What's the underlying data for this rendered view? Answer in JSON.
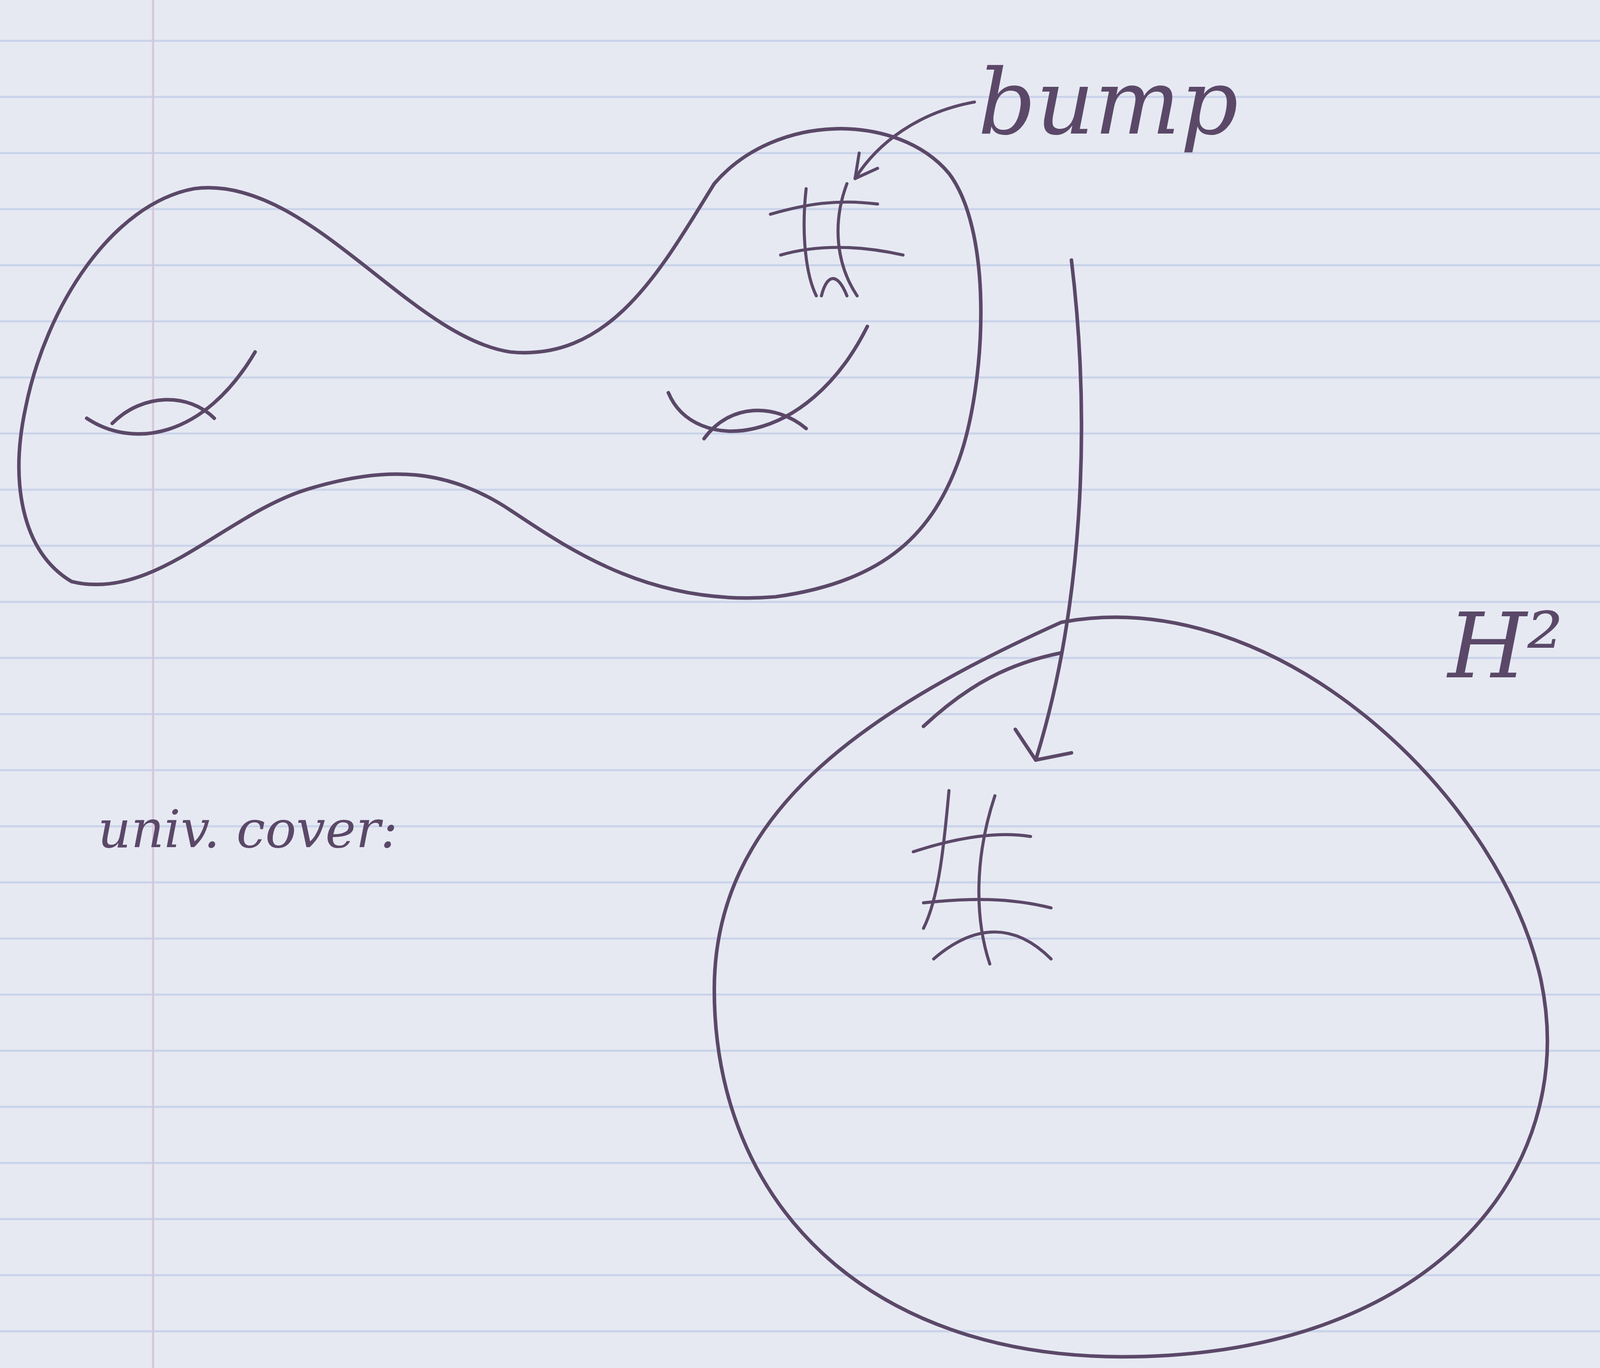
{
  "diagram": {
    "labels": [
      "bump",
      "H²",
      "univ. cover:"
    ]
  }
}
